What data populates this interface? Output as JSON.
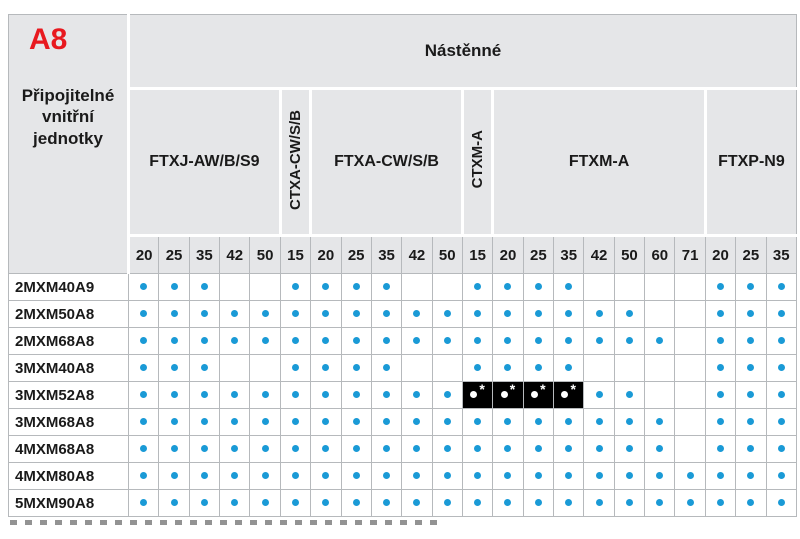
{
  "page": {
    "corner_label": "A8",
    "left_header": "Připojitelné\nvnitřní\njednotky",
    "top_header": "Nástěnné"
  },
  "columns": {
    "groups": [
      {
        "label": "FTXJ-AW/B/S9",
        "vertical": false,
        "sizes": [
          "20",
          "25",
          "35",
          "42",
          "50"
        ]
      },
      {
        "label": "CTXA-CW/S/B",
        "vertical": true,
        "sizes": [
          "15"
        ]
      },
      {
        "label": "FTXA-CW/S/B",
        "vertical": false,
        "sizes": [
          "20",
          "25",
          "35",
          "42",
          "50"
        ]
      },
      {
        "label": "CTXM-A",
        "vertical": true,
        "sizes": [
          "15"
        ]
      },
      {
        "label": "FTXM-A",
        "vertical": false,
        "sizes": [
          "20",
          "25",
          "35",
          "42",
          "50",
          "60",
          "71"
        ]
      },
      {
        "label": "FTXP-N9",
        "vertical": false,
        "sizes": [
          "20",
          "25",
          "35"
        ]
      }
    ]
  },
  "legend": {
    "dot_meaning": "compatible-indoor-unit",
    "special_meaning": "compatible-with-note"
  },
  "special_marker": "*",
  "rows": [
    {
      "model": "2MXM40A9",
      "cells": [
        1,
        1,
        1,
        0,
        0,
        1,
        1,
        1,
        1,
        0,
        0,
        1,
        1,
        1,
        1,
        0,
        0,
        0,
        0,
        1,
        1,
        1
      ]
    },
    {
      "model": "2MXM50A8",
      "cells": [
        1,
        1,
        1,
        1,
        1,
        1,
        1,
        1,
        1,
        1,
        1,
        1,
        1,
        1,
        1,
        1,
        1,
        0,
        0,
        1,
        1,
        1
      ]
    },
    {
      "model": "2MXM68A8",
      "cells": [
        1,
        1,
        1,
        1,
        1,
        1,
        1,
        1,
        1,
        1,
        1,
        1,
        1,
        1,
        1,
        1,
        1,
        1,
        0,
        1,
        1,
        1
      ]
    },
    {
      "model": "3MXM40A8",
      "cells": [
        1,
        1,
        1,
        0,
        0,
        1,
        1,
        1,
        1,
        0,
        0,
        1,
        1,
        1,
        1,
        0,
        0,
        0,
        0,
        1,
        1,
        1
      ]
    },
    {
      "model": "3MXM52A8",
      "cells": [
        1,
        1,
        1,
        1,
        1,
        1,
        1,
        1,
        1,
        1,
        1,
        2,
        2,
        2,
        2,
        1,
        1,
        0,
        0,
        1,
        1,
        1
      ]
    },
    {
      "model": "3MXM68A8",
      "cells": [
        1,
        1,
        1,
        1,
        1,
        1,
        1,
        1,
        1,
        1,
        1,
        1,
        1,
        1,
        1,
        1,
        1,
        1,
        0,
        1,
        1,
        1
      ]
    },
    {
      "model": "4MXM68A8",
      "cells": [
        1,
        1,
        1,
        1,
        1,
        1,
        1,
        1,
        1,
        1,
        1,
        1,
        1,
        1,
        1,
        1,
        1,
        1,
        0,
        1,
        1,
        1
      ]
    },
    {
      "model": "4MXM80A8",
      "cells": [
        1,
        1,
        1,
        1,
        1,
        1,
        1,
        1,
        1,
        1,
        1,
        1,
        1,
        1,
        1,
        1,
        1,
        1,
        1,
        1,
        1,
        1
      ]
    },
    {
      "model": "5MXM90A8",
      "cells": [
        1,
        1,
        1,
        1,
        1,
        1,
        1,
        1,
        1,
        1,
        1,
        1,
        1,
        1,
        1,
        1,
        1,
        1,
        1,
        1,
        1,
        1
      ]
    }
  ],
  "colors": {
    "dot_blue": "#1a9ad6",
    "accent_red": "#e8191f",
    "header_gray": "#e5e6e8",
    "special_black": "#000000",
    "grid_line": "#b6b9bc"
  }
}
